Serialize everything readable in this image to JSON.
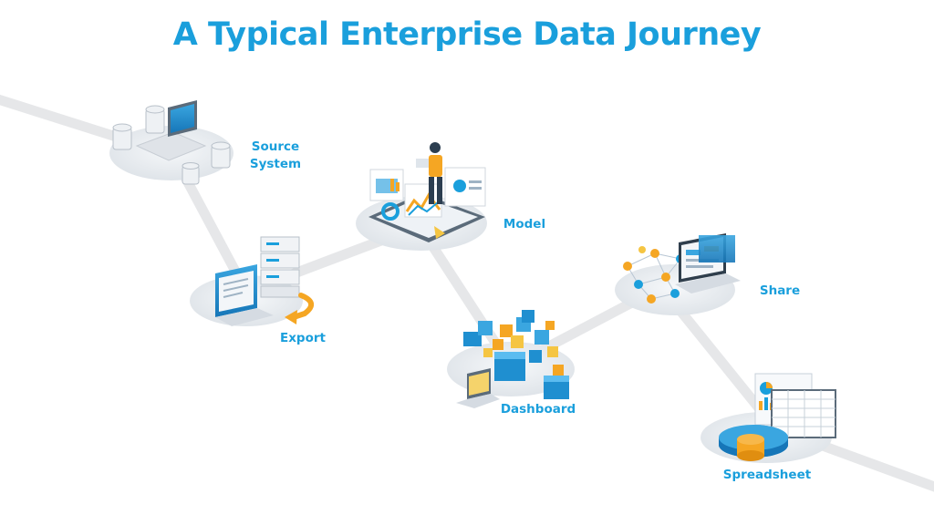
{
  "title": "A Typical Enterprise Data Journey",
  "colors": {
    "accent": "#1a9fdc",
    "path": "#e6e7e9",
    "platform": "#e9edf1",
    "orange": "#f5a623"
  },
  "steps": [
    {
      "label": "Source System",
      "label_lines": [
        "Source",
        "System"
      ],
      "icon": "database-servers-computer-icon"
    },
    {
      "label": "Export",
      "label_lines": [
        "Export"
      ],
      "icon": "server-laptop-export-icon"
    },
    {
      "label": "Model",
      "label_lines": [
        "Model"
      ],
      "icon": "person-data-model-icon"
    },
    {
      "label": "Dashboard",
      "label_lines": [
        "Dashboard"
      ],
      "icon": "cubes-dashboard-icon"
    },
    {
      "label": "Share",
      "label_lines": [
        "Share"
      ],
      "icon": "network-share-icon"
    },
    {
      "label": "Spreadsheet",
      "label_lines": [
        "Spreadsheet"
      ],
      "icon": "spreadsheet-pie-chart-icon"
    }
  ]
}
